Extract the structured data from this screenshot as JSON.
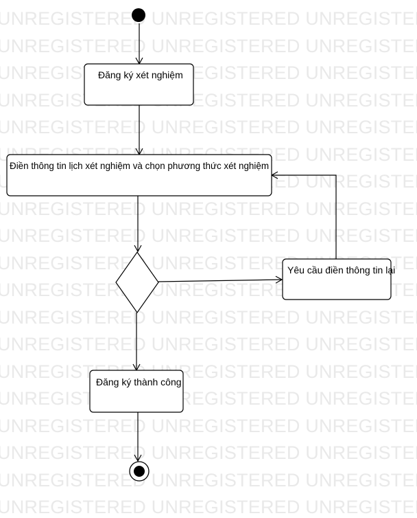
{
  "watermark": {
    "text": "UNREGISTERED UNREGISTERED UNREGISTERED UNREGISTERED"
  },
  "colors": {
    "stroke": "#000000",
    "node_fill": "#ffffff",
    "watermark": "#e9e9e9"
  },
  "nodes": {
    "register_test": {
      "label": "Đăng ký xét nghiệm"
    },
    "fill_info": {
      "label": "Điền thông tin lịch xét nghiệm và chọn phương thức xét nghiệm"
    },
    "request_refill": {
      "label": "Yêu cầu điền thông tin lại"
    },
    "register_success": {
      "label": "Đăng ký thành công"
    }
  }
}
